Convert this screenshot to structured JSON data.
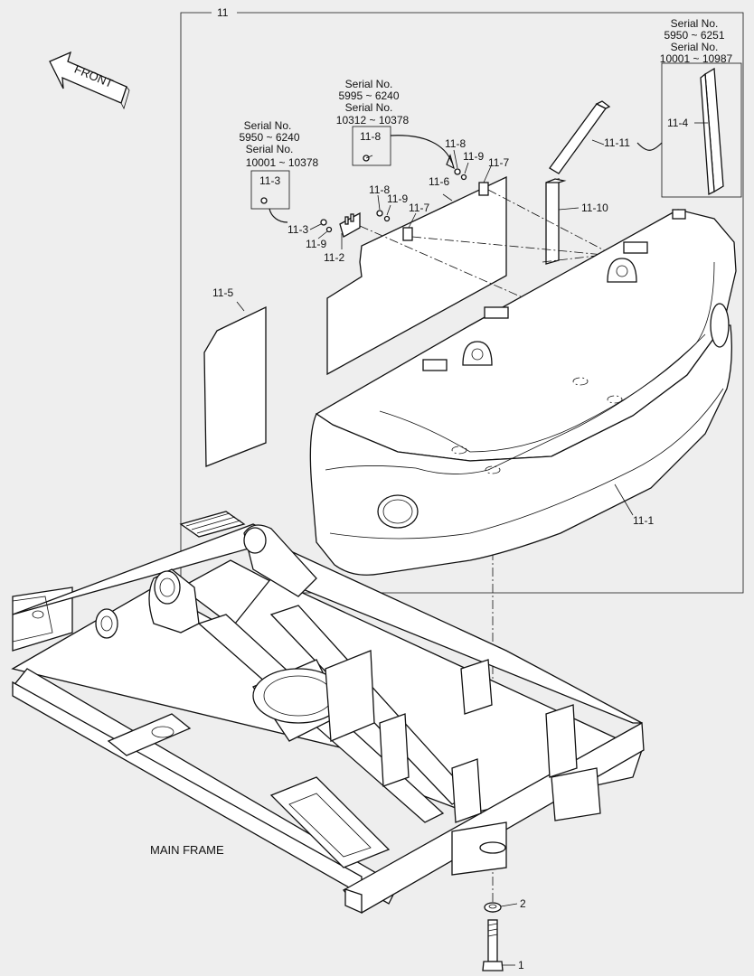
{
  "diagram": {
    "front_label": "FRONT",
    "main_frame_label": "MAIN FRAME",
    "group_label": "11",
    "serial_11_4": [
      "Serial No.",
      "5950 ~ 6251",
      "Serial No.",
      "10001 ~ 10987"
    ],
    "serial_11_8": [
      "Serial No.",
      "5995 ~ 6240",
      "Serial No.",
      "10312 ~ 10378"
    ],
    "serial_11_3": [
      "Serial No.",
      "5950 ~ 6240",
      "Serial No.",
      "10001 ~ 10378"
    ],
    "callouts": {
      "p11_1": "11-1",
      "p11_2": "11-2",
      "p11_3a": "11-3",
      "p11_3b": "11-3",
      "p11_4": "11-4",
      "p11_5": "11-5",
      "p11_6": "11-6",
      "p11_7a": "11-7",
      "p11_7b": "11-7",
      "p11_8a": "11-8",
      "p11_8b": "11-8",
      "p11_8c": "11-8",
      "p11_9a": "11-9",
      "p11_9b": "11-9",
      "p11_9c": "11-9",
      "p11_10": "11-10",
      "p11_11": "11-11",
      "p1": "1",
      "p2": "2"
    }
  }
}
